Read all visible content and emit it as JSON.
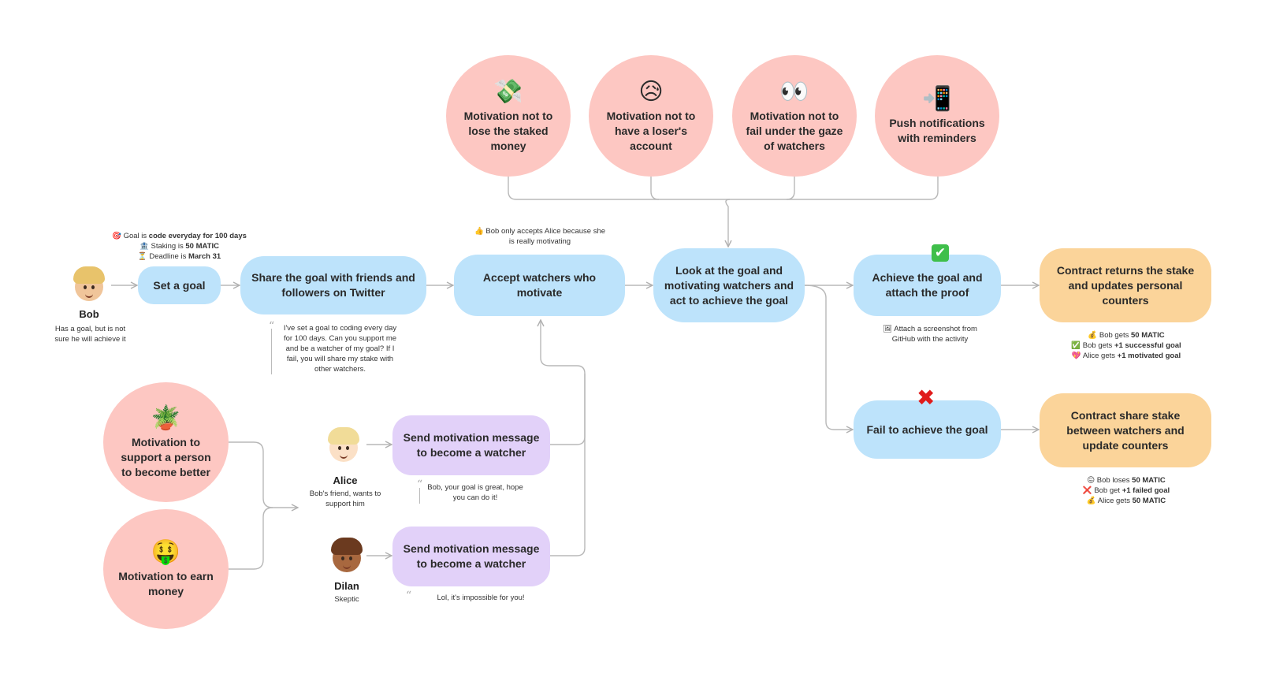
{
  "motivations": {
    "money": {
      "emoji": "💸",
      "label": "Motivation not to lose the staked money"
    },
    "loser": {
      "emoji": "😥",
      "label": "Motivation not to have a loser's account"
    },
    "watchers": {
      "emoji": "👀",
      "label": "Motivation not to fail under the gaze of watchers"
    },
    "push": {
      "emoji": "📲",
      "label": "Push notifications with reminders"
    },
    "support": {
      "emoji": "🪴",
      "label": "Motivation to support a person to become better"
    },
    "earn": {
      "emoji": "🤑",
      "label": "Motivation to earn money"
    }
  },
  "bob": {
    "name": "Bob",
    "desc": "Has a goal, but is not sure he will achieve it",
    "goal_line": {
      "emoji": "🎯",
      "prefix": "Goal is ",
      "value": "code everyday for 100 days"
    },
    "stake_line": {
      "emoji": "🏦",
      "prefix": "Staking is ",
      "value": "50 MATIC"
    },
    "deadline_line": {
      "emoji": "⏳",
      "prefix": "Deadline is ",
      "value": "March 31"
    }
  },
  "alice": {
    "name": "Alice",
    "desc": "Bob's friend, wants to support him"
  },
  "dilan": {
    "name": "Dilan",
    "desc": "Skeptic"
  },
  "steps": {
    "set_goal": "Set a goal",
    "share": "Share the goal with friends and followers on Twitter",
    "accept": "Accept watchers who motivate",
    "look": "Look at the goal and motivating watchers and act to achieve the goal",
    "achieve": "Achieve the goal and attach the proof",
    "fail": "Fail to achieve the goal",
    "contract_returns": "Contract returns the stake and updates personal counters",
    "contract_share": "Contract share stake between watchers and update counters",
    "send_alice": "Send motivation message to become a watcher",
    "send_dilan": "Send motivation message to become a watcher"
  },
  "notes": {
    "accept_note": "👍 Bob only accepts Alice because she is really motivating",
    "share_quote": "I've set a goal to coding every day for 100 days. Can you support me and be a watcher of my goal? If I fail, you will share my stake with other watchers.",
    "alice_quote": "Bob, your goal is great, hope you can do it!",
    "dilan_quote": "Lol, it's impossible for you!",
    "proof_note": "🖼 Attach a screenshot from GitHub with the activity",
    "achieve_mark": "✔",
    "fail_mark": "✖"
  },
  "success_results": [
    {
      "emoji": "💰",
      "prefix": "Bob gets ",
      "value": "50 MATIC"
    },
    {
      "emoji": "✅",
      "prefix": "Bob gets ",
      "value": "+1 successful goal"
    },
    {
      "emoji": "💖",
      "prefix": "Alice gets ",
      "value": "+1 motivated goal"
    }
  ],
  "fail_results": [
    {
      "emoji": "😖",
      "prefix": "Bob loses ",
      "value": "50 MATIC"
    },
    {
      "emoji": "❌",
      "prefix": "Bob get ",
      "value": "+1 failed goal"
    },
    {
      "emoji": "💰",
      "prefix": "Alice gets ",
      "value": "50 MATIC"
    }
  ],
  "colors": {
    "blue": "#bde3fb",
    "pink": "#fdc7c2",
    "purple": "#e2d1f9",
    "orange": "#fbd49a",
    "line": "#b8b8b8"
  }
}
